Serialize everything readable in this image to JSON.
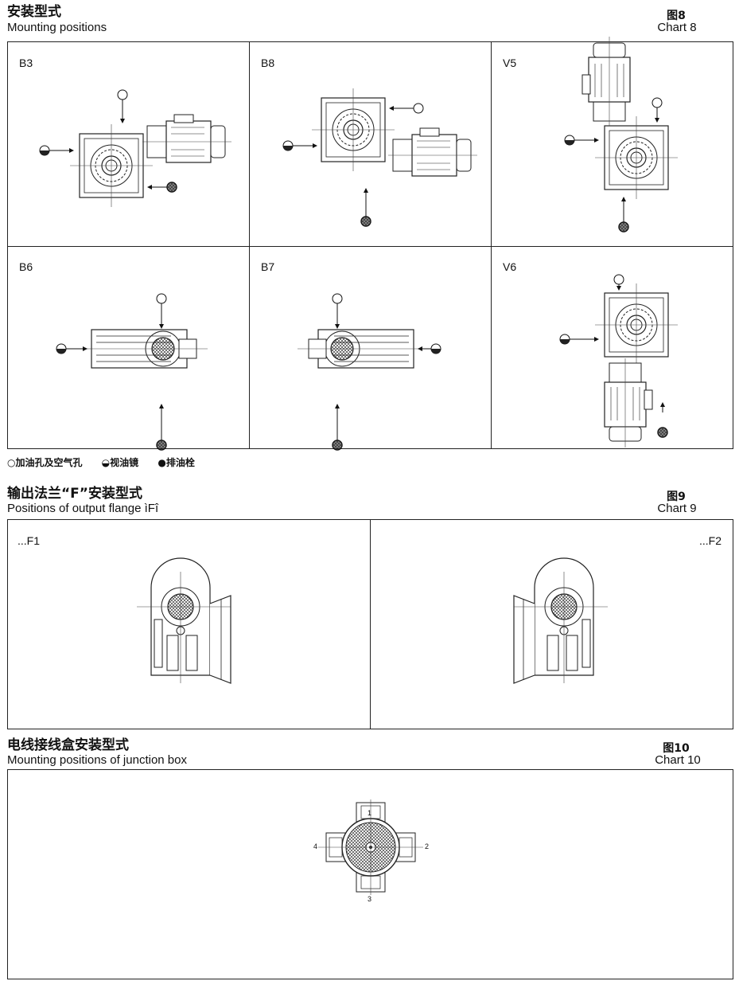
{
  "section1": {
    "title_cn": "安装型式",
    "title_en": "Mounting positions",
    "chart_cn": "图8",
    "chart_en": "Chart 8",
    "cells": [
      "B3",
      "B8",
      "V5",
      "B6",
      "B7",
      "V6"
    ],
    "legend": {
      "fill_vent": "○加油孔及空气孔",
      "sight_glass": "◒视油镜",
      "drain_plug": "●排油栓"
    }
  },
  "section2": {
    "title_cn": "输出法兰“F”安装型式",
    "title_en": "Positions of output flange ìFî",
    "chart_cn": "图9",
    "chart_en": "Chart 9",
    "cells": [
      "...F1",
      "...F2"
    ]
  },
  "section3": {
    "title_cn": "电线接线盒安装型式",
    "title_en": "Mounting positions of junction box",
    "chart_cn": "图10",
    "chart_en": "Chart 10",
    "positions": [
      "1",
      "2",
      "3",
      "4"
    ]
  }
}
